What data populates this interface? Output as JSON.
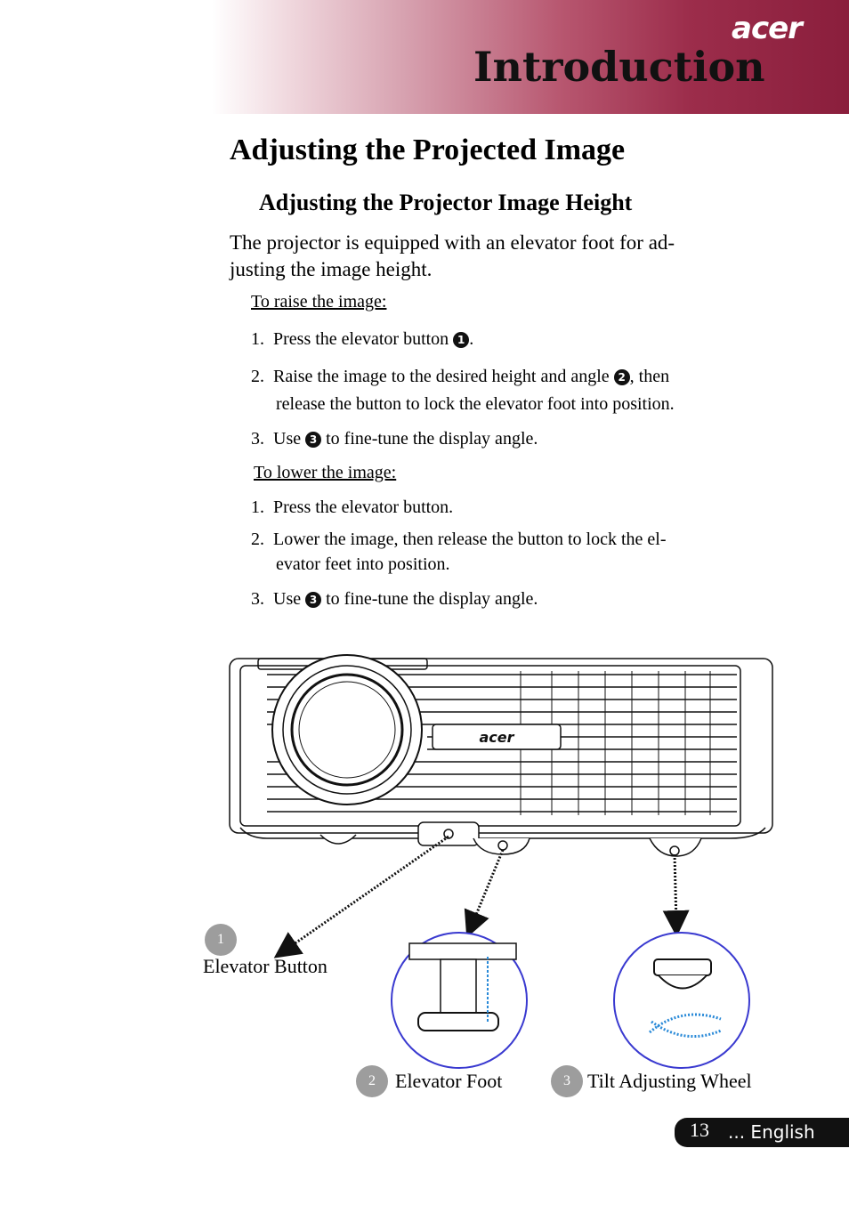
{
  "header": {
    "title": "Introduction",
    "brand": "acer"
  },
  "page_heading": "Adjusting the Projected Image",
  "sub_heading": "Adjusting the Projector Image Height",
  "intro": "The projector is equipped with an elevator foot for ad-justing the image height.",
  "raise": {
    "label": "To raise the image:",
    "steps": [
      {
        "num": "1.",
        "text_a": "Press the elevator button ",
        "marker": "1",
        "text_b": "."
      },
      {
        "num": "2.",
        "text_a": "Raise the image to the desired height and angle ",
        "marker": "2",
        "text_b": ", then",
        "cont": "release the button to lock the elevator foot into position."
      },
      {
        "num": "3.",
        "text_a": "Use ",
        "marker": "3",
        "text_b": " to fine-tune the display angle."
      }
    ]
  },
  "lower": {
    "label": "To lower the image:",
    "steps": [
      {
        "num": "1.",
        "text": "Press the elevator button."
      },
      {
        "num": "2.",
        "text": "Lower the image, then release the button to lock the el-",
        "cont": "evator feet into position."
      },
      {
        "num": "3.",
        "text_a": "Use ",
        "marker": "3",
        "text_b": " to fine-tune the display angle."
      }
    ]
  },
  "callouts": [
    {
      "num": "1",
      "label": "Elevator Button"
    },
    {
      "num": "2",
      "label": "Elevator Foot"
    },
    {
      "num": "3",
      "label": "Tilt Adjusting Wheel"
    }
  ],
  "footer": {
    "page": "13",
    "language": "... English"
  }
}
